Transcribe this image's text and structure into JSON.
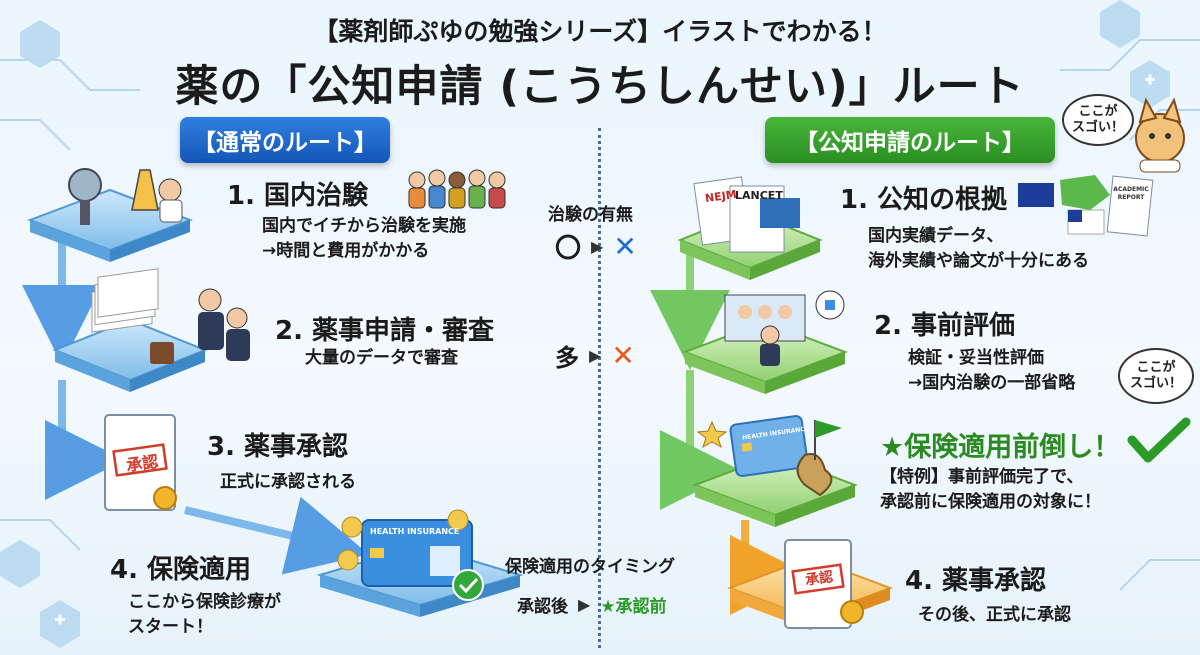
{
  "header": {
    "subtitle": "【薬剤師ぷゆの勉強シリーズ】イラストでわかる！",
    "title": "薬の「公知申請 (こうちしんせい)」ルート"
  },
  "normal_route": {
    "label": "【通常のルート】",
    "steps": [
      {
        "title": "1. 国内治験",
        "lines": [
          "国内でイチから治験を実施",
          "→時間と費用がかかる"
        ]
      },
      {
        "title": "2. 薬事申請・審査",
        "lines": [
          "大量のデータで審査"
        ]
      },
      {
        "title": "3. 薬事承認",
        "lines": [
          "正式に承認される"
        ]
      },
      {
        "title": "4. 保険適用",
        "lines": [
          "ここから保険診療が",
          "スタート！"
        ]
      }
    ],
    "approval_stamp": "承認",
    "insurance_card_label": "HEALTH INSURANCE"
  },
  "kochi_route": {
    "label": "【公知申請のルート】",
    "steps": [
      {
        "title": "1. 公知の根拠",
        "lines": [
          "国内実績データ、",
          "海外実績や論文が十分にある"
        ]
      },
      {
        "title": "2. 事前評価",
        "lines": [
          "検証・妥当性評価",
          "→国内治験の一部省略"
        ]
      },
      {
        "title": "★保険適用前倒し！",
        "lines": [
          "【特例】事前評価完了で、",
          "承認前に保険適用の対象に！"
        ]
      },
      {
        "title": "4. 薬事承認",
        "lines": [
          "その後、正式に承認"
        ]
      }
    ],
    "journal_labels": [
      "NEJM",
      "LANCET"
    ],
    "report_label": "ACADEMIC REPORT",
    "insurance_card_label": "HEALTH INSURANCE",
    "approval_stamp": "承認"
  },
  "comparison": {
    "trial_label": "治験の有無",
    "trial_from": "〇",
    "trial_to": "✕",
    "data_from": "多",
    "data_to": "✕",
    "timing_label": "保険適用のタイミング",
    "timing_from": "承認後",
    "timing_to": "★承認前",
    "arrow": "▶"
  },
  "callouts": {
    "bubble_top": "ここが\nスゴい！",
    "bubble_mid": "ここが\nスゴい！"
  },
  "colors": {
    "normal_blue": "#1456b8",
    "kochi_green": "#2a8f22",
    "cross_blue": "#1e6fd0",
    "cross_orange": "#e85a1e"
  }
}
